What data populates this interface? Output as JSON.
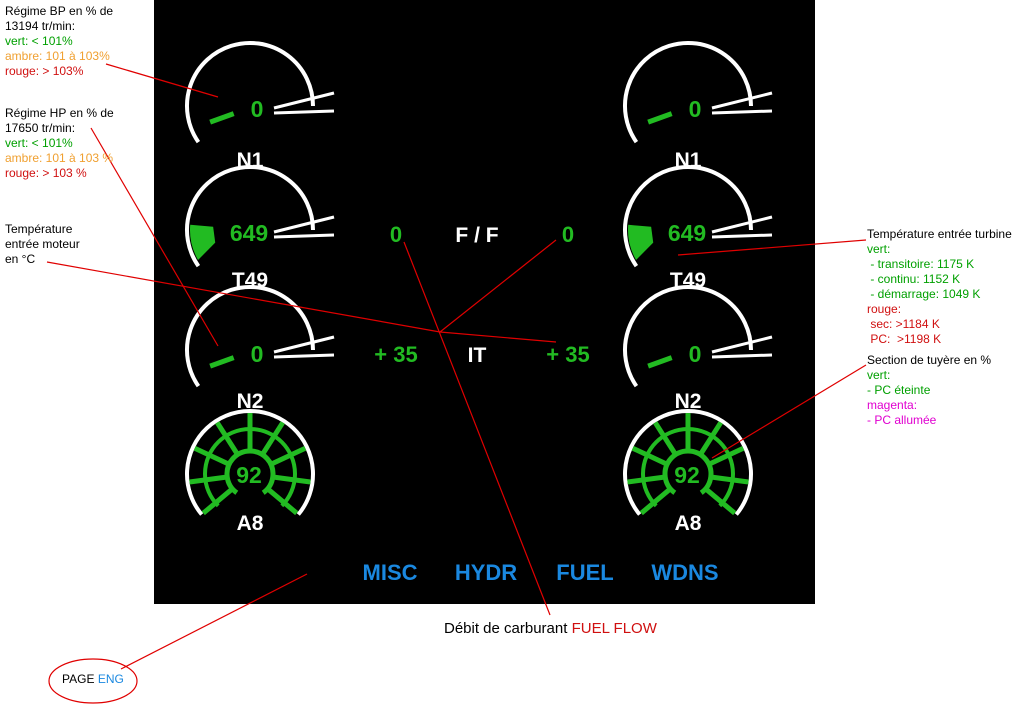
{
  "colors": {
    "screen_bg": "#000000",
    "gauge_white": "#ffffff",
    "value_green": "#22bb22",
    "page_blue": "#1a88e0",
    "annotation_red": "#e00000",
    "note_green": "#00a000",
    "note_amber": "#f0a030",
    "note_red": "#d01010",
    "note_magenta": "#e000d0"
  },
  "left_engine": {
    "n1": {
      "label": "N1",
      "value": "0"
    },
    "t49": {
      "label": "T49",
      "value": "649"
    },
    "n2": {
      "label": "N2",
      "value": "0"
    },
    "a8": {
      "label": "A8",
      "value": "92"
    }
  },
  "right_engine": {
    "n1": {
      "label": "N1",
      "value": "0"
    },
    "t49": {
      "label": "T49",
      "value": "649"
    },
    "n2": {
      "label": "N2",
      "value": "0"
    },
    "a8": {
      "label": "A8",
      "value": "92"
    }
  },
  "center": {
    "ff_label": "F / F",
    "ff_left": "0",
    "ff_right": "0",
    "it_label": "IT",
    "it_left": "+ 35",
    "it_right": "+ 35"
  },
  "pages": {
    "misc": "MISC",
    "hydr": "HYDR",
    "fuel": "FUEL",
    "wdns": "WDNS"
  },
  "notes": {
    "n1": {
      "lines": [
        {
          "text": "Régime BP en % de",
          "color": "black"
        },
        {
          "text": "13194 tr/min:",
          "color": "black"
        },
        {
          "text": "vert: < 101%",
          "color": "green"
        },
        {
          "text": "ambre: 101 à 103%",
          "color": "amber"
        },
        {
          "text": "rouge: > 103%",
          "color": "red"
        }
      ]
    },
    "n2": {
      "lines": [
        {
          "text": "Régime HP en % de",
          "color": "black"
        },
        {
          "text": "17650 tr/min:",
          "color": "black"
        },
        {
          "text": "vert: < 101%",
          "color": "green"
        },
        {
          "text": "ambre: 101 à 103 %",
          "color": "amber"
        },
        {
          "text": "rouge: > 103 %",
          "color": "red"
        }
      ]
    },
    "it": {
      "lines": [
        {
          "text": "Température",
          "color": "black"
        },
        {
          "text": "entrée moteur",
          "color": "black"
        },
        {
          "text": "en °C",
          "color": "black"
        }
      ]
    },
    "t49": {
      "lines": [
        {
          "text": "Température entrée turbine",
          "color": "black"
        },
        {
          "text": "vert:",
          "color": "green"
        },
        {
          "text": " - transitoire: 1175 K",
          "color": "green"
        },
        {
          "text": " - continu: 1152 K",
          "color": "green"
        },
        {
          "text": " - démarrage: 1049 K",
          "color": "green"
        },
        {
          "text": "rouge:",
          "color": "red"
        },
        {
          "text": " sec: >1184 K",
          "color": "red"
        },
        {
          "text": " PC:  >1198 K",
          "color": "red"
        }
      ]
    },
    "a8": {
      "lines": [
        {
          "text": "Section de tuyère en %",
          "color": "black"
        },
        {
          "text": "vert:",
          "color": "green"
        },
        {
          "text": "- PC éteinte",
          "color": "green"
        },
        {
          "text": "magenta:",
          "color": "magenta"
        },
        {
          "text": "- PC allumée",
          "color": "magenta"
        }
      ]
    }
  },
  "fuel_flow_caption": {
    "prefix": "Débit de carburant",
    "highlight": "FUEL FLOW"
  },
  "page_caption": {
    "prefix": "PAGE",
    "highlight": "ENG"
  }
}
